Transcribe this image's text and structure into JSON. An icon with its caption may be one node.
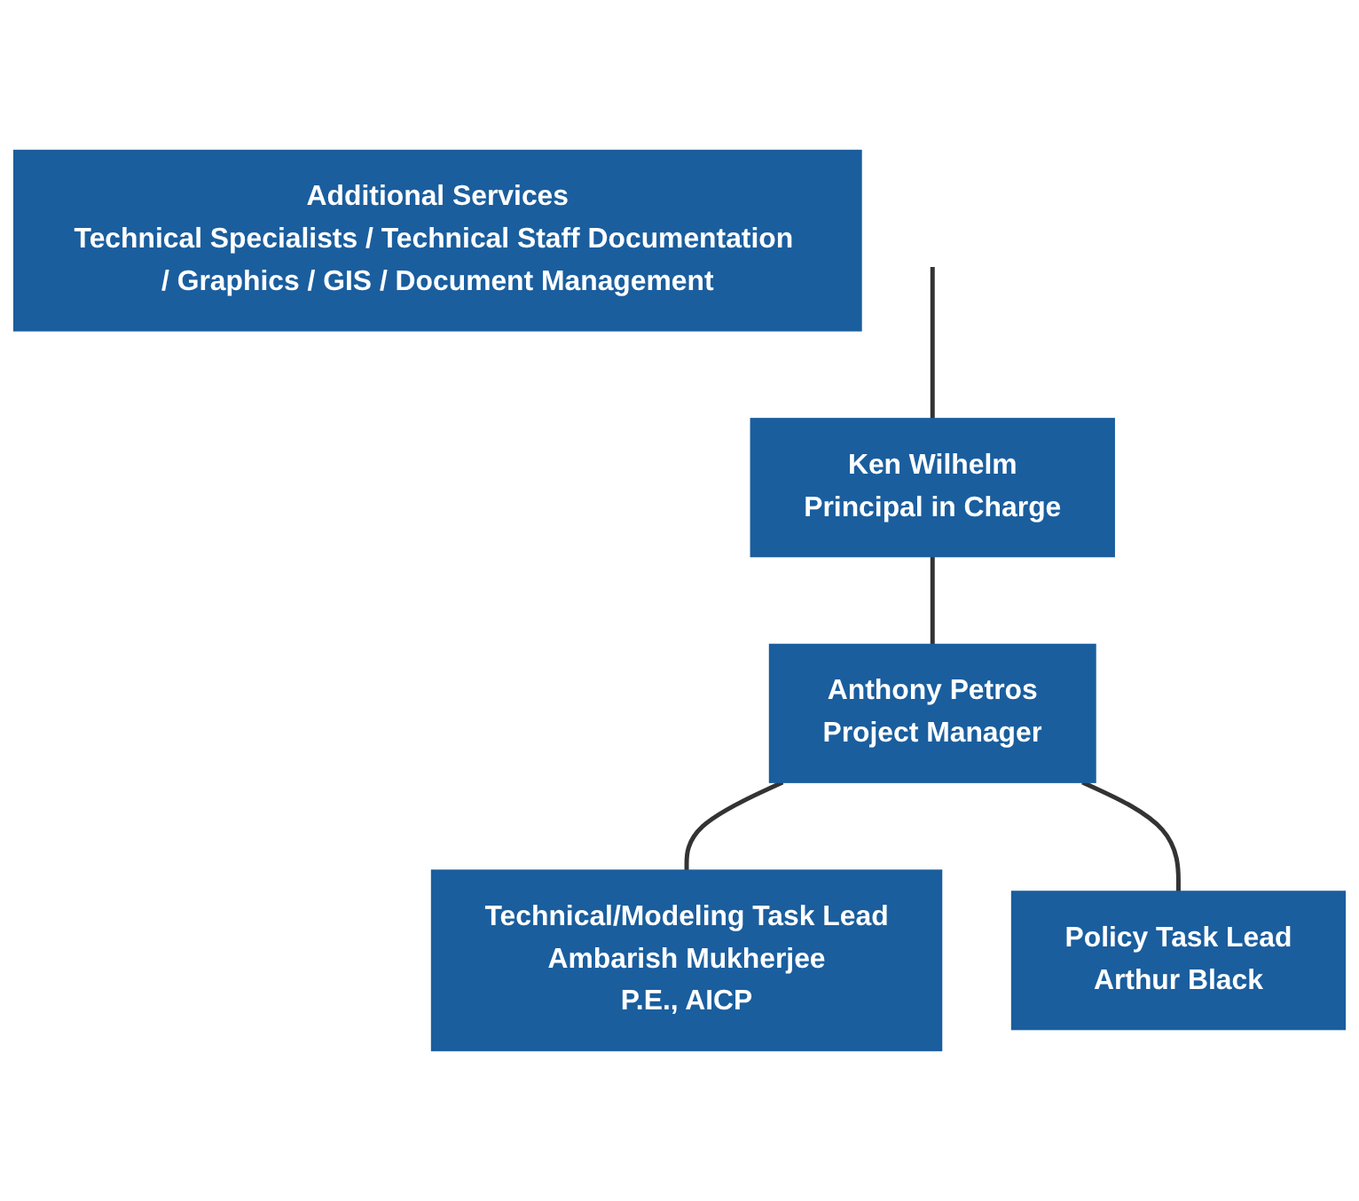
{
  "diagram": {
    "nodes": [
      {
        "text": [
          "Ken Wilhelm",
          "Principal in Charge"
        ]
      },
      {
        "text": [
          "Anthony Petros",
          "Project Manager"
        ]
      },
      {
        "text": [
          "Technical/Modeling Task Lead",
          "Ambarish Mukherjee",
          "P.E., AICP"
        ]
      },
      {
        "text": [
          "Policy Task Lead",
          "Arthur Black"
        ]
      },
      {
        "text": [
          "Additional Services",
          "Technical Specialists / Technical Staff Documentation / Graphics / GIS / Document Management"
        ]
      }
    ],
    "edges": [
      {
        "from": null,
        "to": 0,
        "arrow": "none"
      },
      {
        "from": 0,
        "to": 1,
        "arrow": "none"
      },
      {
        "from": 1,
        "to": 2,
        "arrow": "none"
      },
      {
        "from": 1,
        "to": 3,
        "arrow": "none"
      }
    ]
  }
}
